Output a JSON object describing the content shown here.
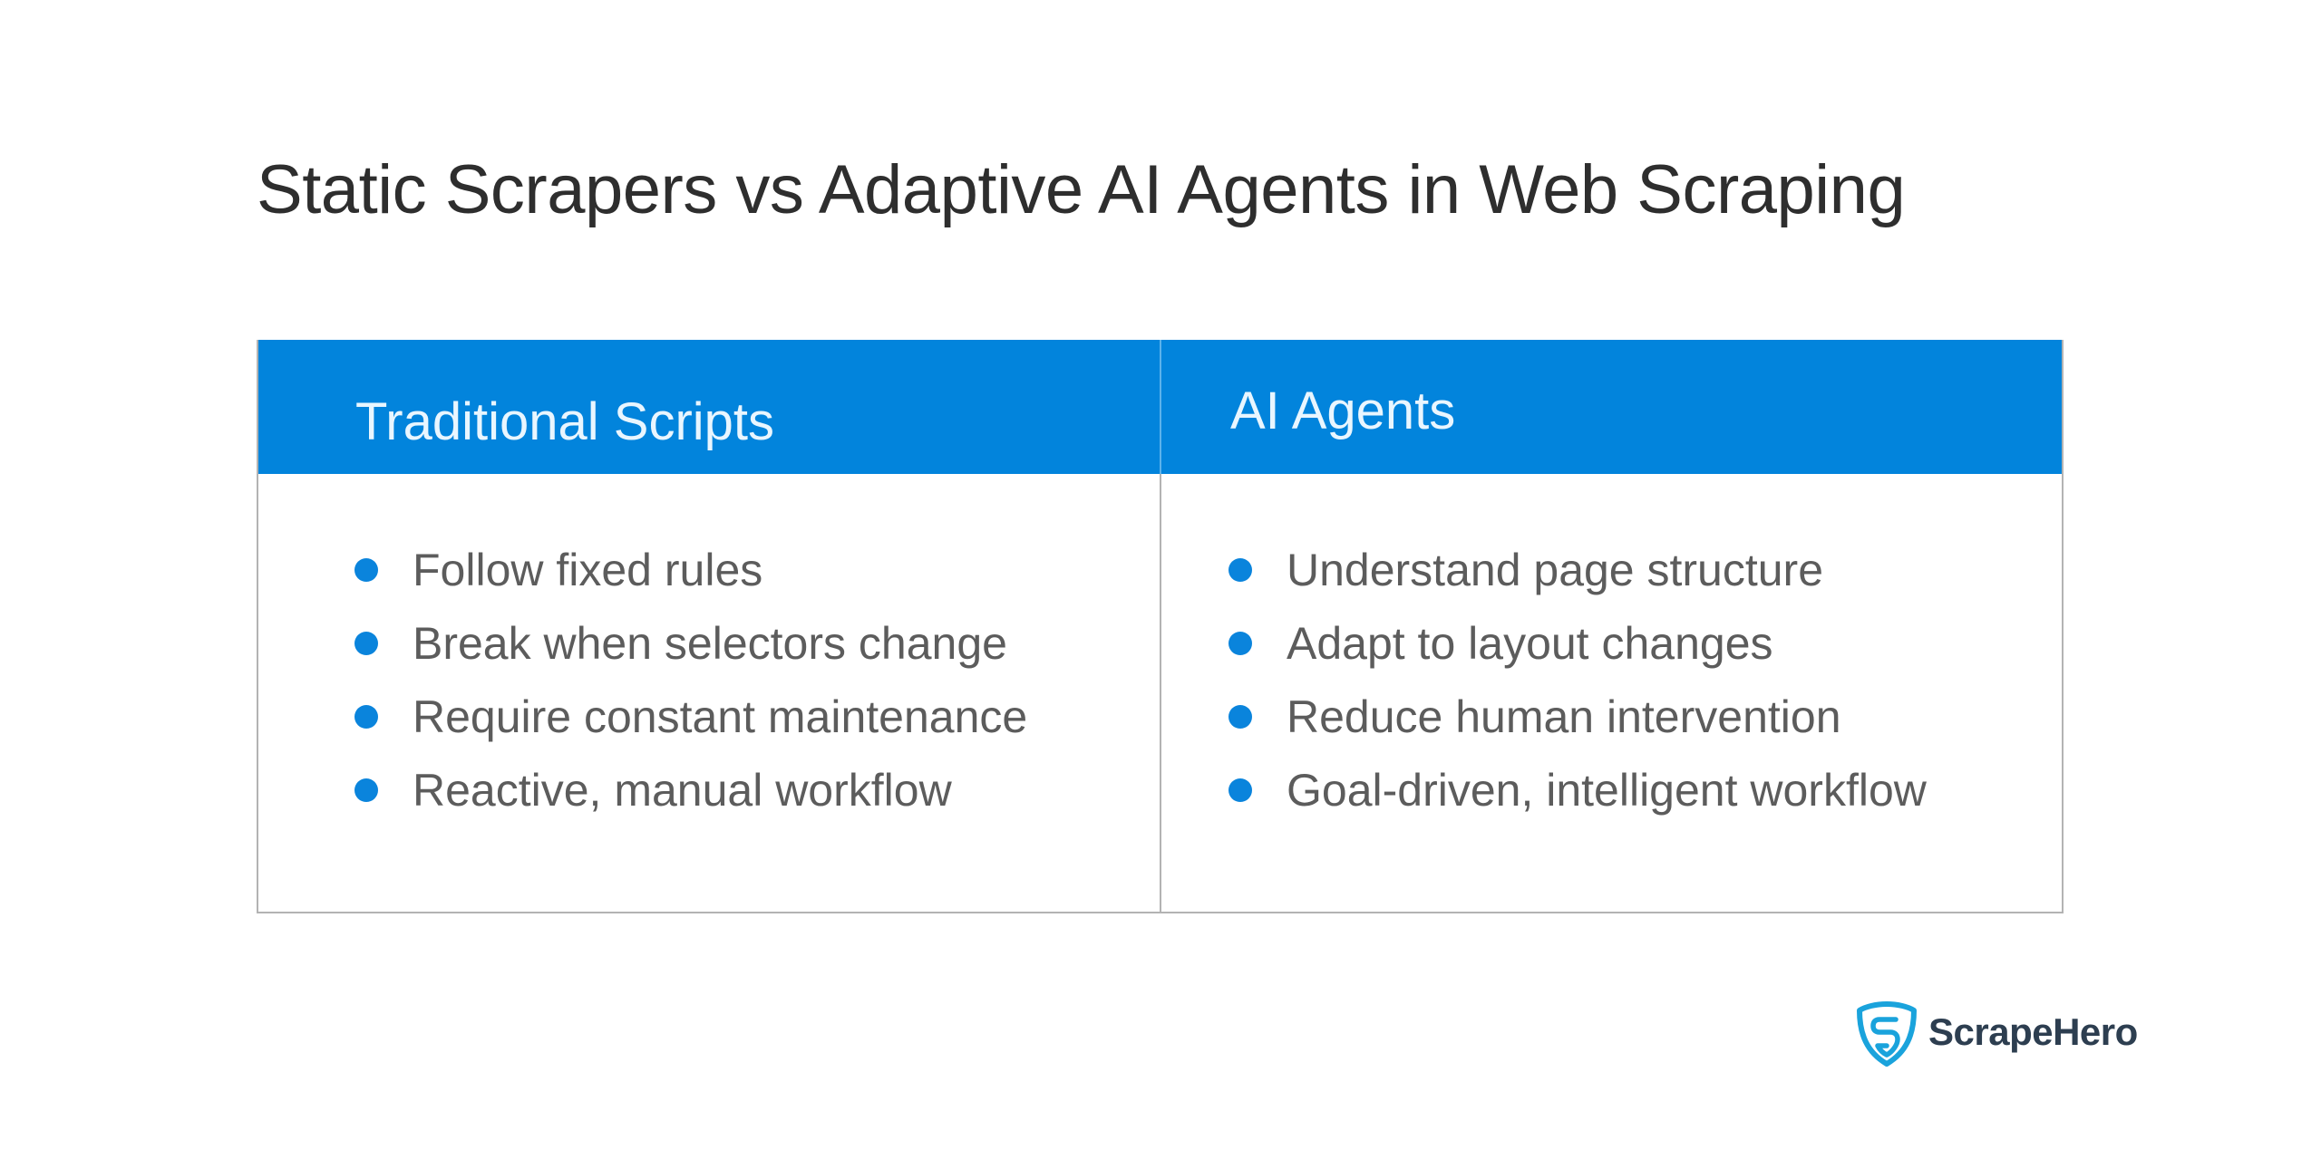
{
  "title": "Static Scrapers vs Adaptive AI Agents in Web Scraping",
  "colors": {
    "header_bg": "#0284dc",
    "header_text": "#e9f6ff",
    "bullet": "#0a84dc",
    "body_text": "#5c5c5c",
    "title_text": "#2e2e2e",
    "border": "#b3b3b3",
    "logo_shield": "#1aa3dc",
    "logo_text": "#2d3e50"
  },
  "table": {
    "columns": [
      {
        "header": "Traditional Scripts",
        "items": [
          "Follow fixed rules",
          "Break when selectors change",
          "Require constant maintenance",
          "Reactive, manual workflow"
        ]
      },
      {
        "header": "AI Agents",
        "items": [
          "Understand page structure",
          "Adapt to layout changes",
          "Reduce human intervention",
          "Goal-driven, intelligent workflow"
        ]
      }
    ]
  },
  "logo": {
    "icon": "shield-s-icon",
    "text": "ScrapeHero"
  }
}
